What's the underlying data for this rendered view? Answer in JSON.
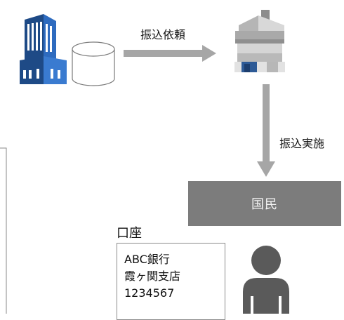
{
  "edges": {
    "request_label": "振込依頼",
    "execution_label": "振込実施"
  },
  "nodes": {
    "citizen_box_label": "国民",
    "account_title": "口座",
    "account": {
      "bank": "ABC銀行",
      "branch": "霞ヶ関支店",
      "number": "1234567"
    }
  },
  "colors": {
    "arrow": "#a6a6a6",
    "citizen_box": "#7c7c7c",
    "agency_building": "#2e5d9e",
    "bank_building": "#c8c8c8",
    "person": "#5a5a5a"
  }
}
